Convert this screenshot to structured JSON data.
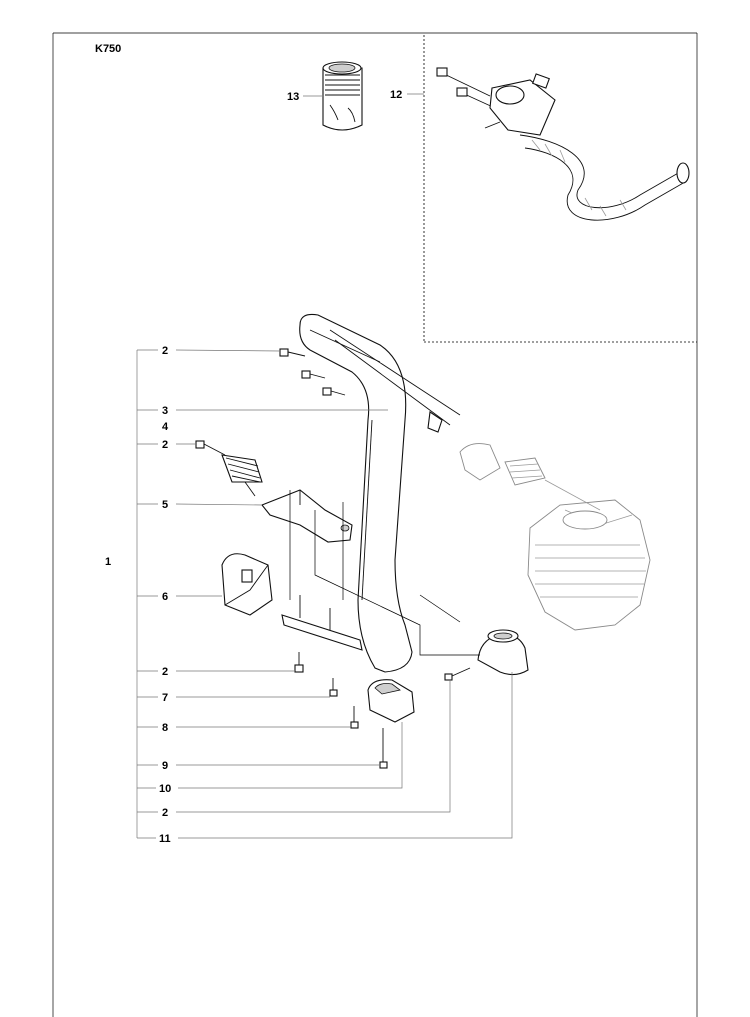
{
  "model": "K750",
  "callouts": {
    "c1": "1",
    "c2a": "2",
    "c3": "3",
    "c4": "4",
    "c2b": "2",
    "c5": "5",
    "c6": "6",
    "c2c": "2",
    "c7": "7",
    "c8": "8",
    "c9": "9",
    "c10": "10",
    "c2d": "2",
    "c11": "11",
    "c12": "12",
    "c13": "13"
  },
  "icons": [
    "handle-bar-icon",
    "screw-icon",
    "spring-damper-icon",
    "bracket-icon",
    "rubber-buffer-icon",
    "fuel-hose-icon",
    "fuel-filter-icon",
    "engine-cylinder-icon"
  ]
}
